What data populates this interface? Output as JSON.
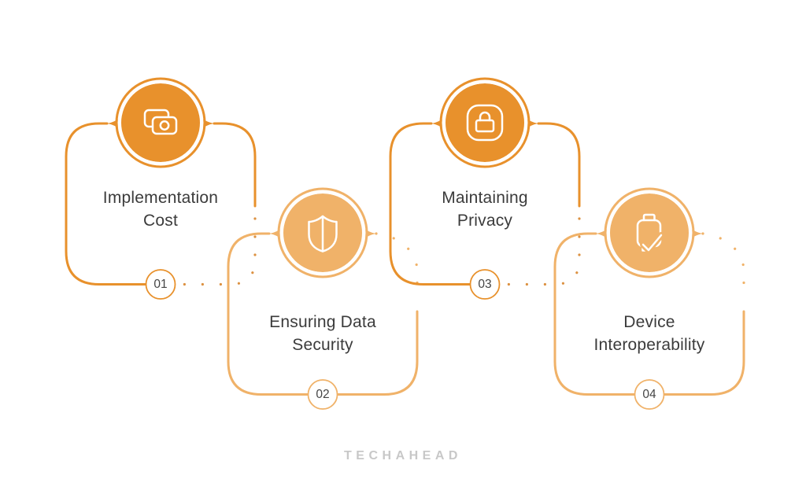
{
  "colors": {
    "dark_orange": "#E8912C",
    "dark_orange_dots": "#DC9141",
    "light_orange": "#F0B269",
    "title_text": "#3B3B3B",
    "number_text": "#454545",
    "logo_gray": "#C8C8C8",
    "icon_stroke": "#FFFFFF",
    "background": "#FFFFFF"
  },
  "steps": [
    {
      "number": "01",
      "title_line1": "Implementation",
      "title_line2": "Cost",
      "icon": "money-cards-icon",
      "theme": "dark"
    },
    {
      "number": "02",
      "title_line1": "Ensuring Data",
      "title_line2": "Security",
      "icon": "shield-icon",
      "theme": "light"
    },
    {
      "number": "03",
      "title_line1": "Maintaining",
      "title_line2": "Privacy",
      "icon": "padlock-icon",
      "theme": "dark"
    },
    {
      "number": "04",
      "title_line1": "Device",
      "title_line2": "Interoperability",
      "icon": "device-check-icon",
      "theme": "light"
    }
  ],
  "footer": {
    "logo": "TECHAHEAD"
  }
}
